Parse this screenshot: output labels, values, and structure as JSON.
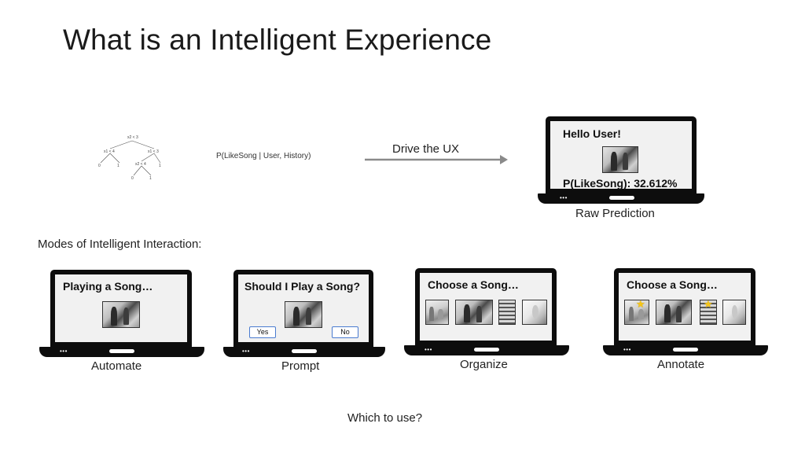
{
  "slide": {
    "title": "What is an Intelligent Experience",
    "formula": "P(LikeSong | User, History)",
    "arrow_label": "Drive the UX",
    "modes_label": "Modes of Intelligent Interaction:",
    "question": "Which to use?"
  },
  "tree": {
    "root": "x2 < 3",
    "left": "x1 < 4",
    "right": "x1 < 3",
    "leaf_ll": "0",
    "leaf_lr": "1",
    "mid": "x2 < 4",
    "leaf_rr": "1",
    "leaf_ml": "0",
    "leaf_mr": "1"
  },
  "raw_prediction": {
    "heading": "Hello User!",
    "probability": "P(LikeSong): 32.612%",
    "caption": "Raw Prediction"
  },
  "modes": {
    "automate": {
      "heading": "Playing a Song…",
      "caption": "Automate"
    },
    "prompt": {
      "heading": "Should I Play a Song?",
      "yes": "Yes",
      "no": "No",
      "caption": "Prompt"
    },
    "organize": {
      "heading": "Choose a Song…",
      "caption": "Organize"
    },
    "annotate": {
      "heading": "Choose a Song…",
      "caption": "Annotate"
    }
  },
  "laptop_dots": "•••",
  "star_glyph": "★",
  "colors": {
    "laptop": "#0d0d0d",
    "screen": "#f1f1f1",
    "button_border": "#4a7bd0",
    "star": "#f5c518"
  }
}
